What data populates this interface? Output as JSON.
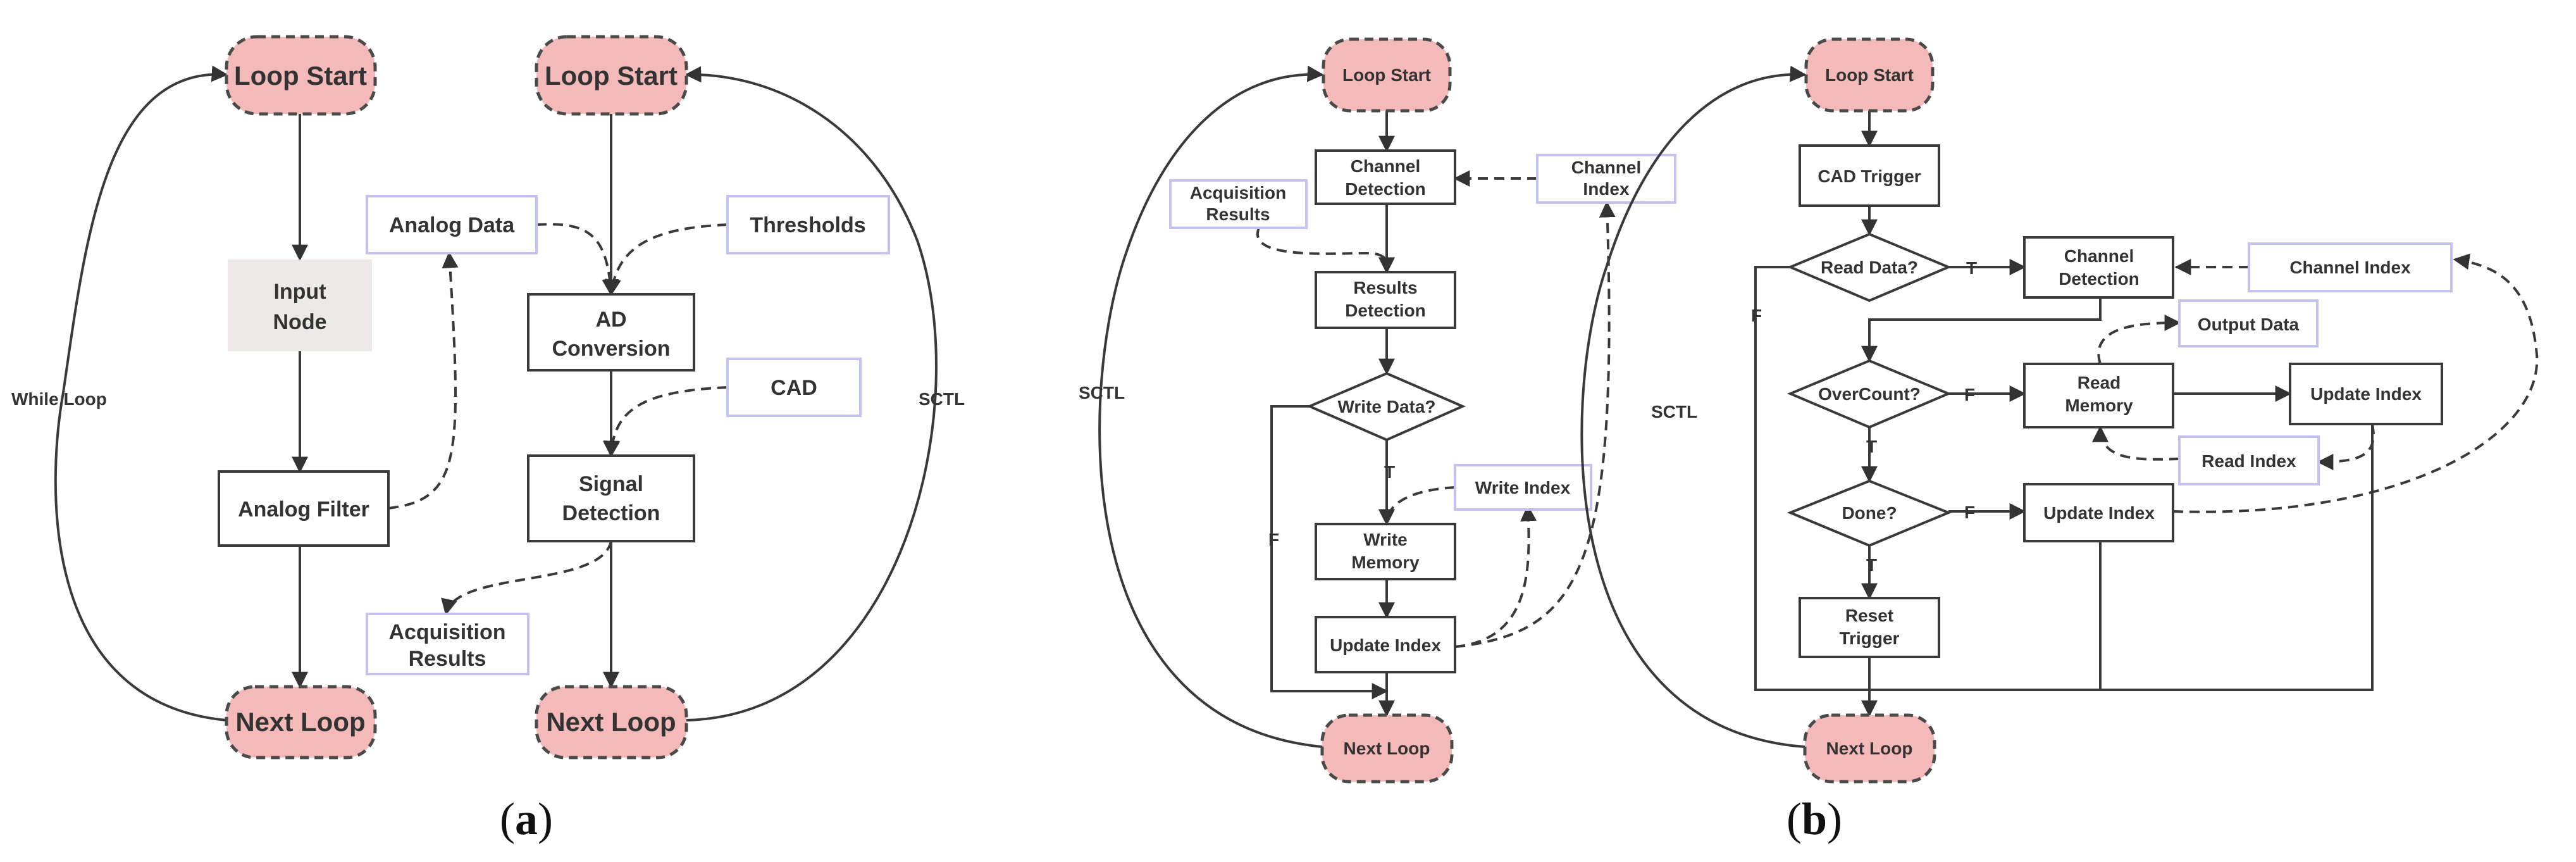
{
  "panel_a": {
    "caption_open": "(",
    "caption_letter": "a",
    "caption_close": ")",
    "left_loop": {
      "start": "Loop Start",
      "node1_line1": "Input",
      "node1_line2": "Node",
      "node2": "Analog Filter",
      "next": "Next Loop",
      "loop_label": "While Loop"
    },
    "right_loop": {
      "start": "Loop Start",
      "input_analog": "Analog Data",
      "input_thresholds": "Thresholds",
      "node1_line1": "AD",
      "node1_line2": "Conversion",
      "input_cad": "CAD",
      "node2_line1": "Signal",
      "node2_line2": "Detection",
      "output_line1": "Acquisition",
      "output_line2": "Results",
      "next": "Next Loop",
      "loop_label": "SCTL"
    }
  },
  "panel_b": {
    "caption_open": "(",
    "caption_letter": "b",
    "caption_close": ")",
    "left_flow": {
      "start": "Loop Start",
      "channel_detection_line1": "Channel",
      "channel_detection_line2": "Detection",
      "channel_index_line1": "Channel",
      "channel_index_line2": "Index",
      "acq_results_line1": "Acquisition",
      "acq_results_line2": "Results",
      "results_detection_line1": "Results",
      "results_detection_line2": "Detection",
      "decision": "Write Data?",
      "true_label": "T",
      "false_label": "F",
      "write_index": "Write Index",
      "write_memory_line1": "Write",
      "write_memory_line2": "Memory",
      "update_index": "Update Index",
      "next": "Next Loop",
      "loop_label": "SCTL"
    },
    "right_flow": {
      "start": "Loop Start",
      "cad_trigger": "CAD Trigger",
      "decision_read": "Read Data?",
      "true_label": "T",
      "false_label": "F",
      "channel_detection_line1": "Channel",
      "channel_detection_line2": "Detection",
      "channel_index": "Channel Index",
      "output_data": "Output Data",
      "decision_overcount": "OverCount?",
      "read_memory_line1": "Read",
      "read_memory_line2": "Memory",
      "update_index_top": "Update Index",
      "read_index": "Read Index",
      "decision_done": "Done?",
      "update_index_mid": "Update Index",
      "reset_line1": "Reset",
      "reset_line2": "Trigger",
      "next": "Next Loop",
      "loop_label": "SCTL"
    }
  }
}
